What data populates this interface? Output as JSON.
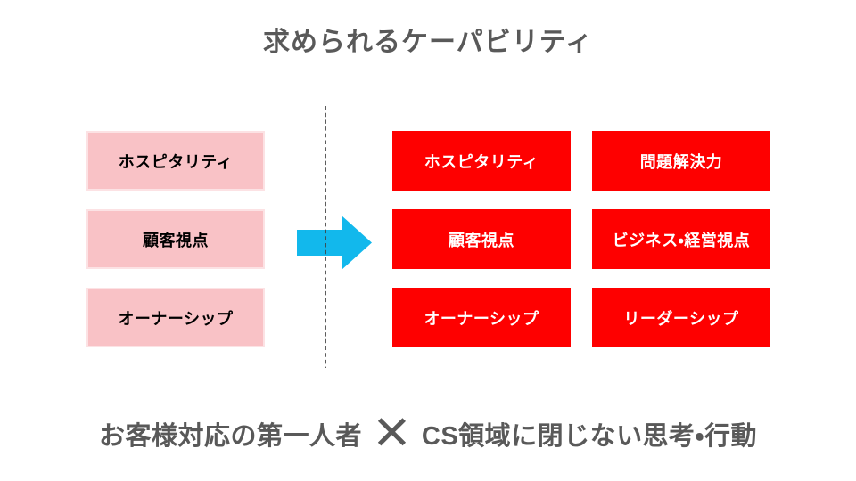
{
  "title": "求められるケーパビリティ",
  "current_capabilities": {
    "items": [
      "ホスピタリティ",
      "顧客視点",
      "オーナーシップ"
    ]
  },
  "required_capabilities": {
    "column1": [
      "ホスピタリティ",
      "顧客視点",
      "オーナーシップ"
    ],
    "column2": [
      "問題解決力",
      "ビジネス・経営視点",
      "リーダーシップ"
    ]
  },
  "footer": {
    "left_phrase": "お客様対応の第一人者",
    "operator": "×",
    "right_phrase": "CS領域に閉じない思考・行動"
  },
  "icons": {
    "arrow": "right-arrow-icon",
    "divider": "vertical-dashed-line"
  },
  "colors": {
    "current_box_fill": "#F9C2C6",
    "current_box_border": "#FCE2E4",
    "required_box_fill": "#FE0000",
    "arrow_fill": "#12B8EC",
    "heading_text": "#595959",
    "current_box_text": "#000000",
    "required_box_text": "#FFFFFF",
    "divider_color": "#3F3F3F"
  }
}
